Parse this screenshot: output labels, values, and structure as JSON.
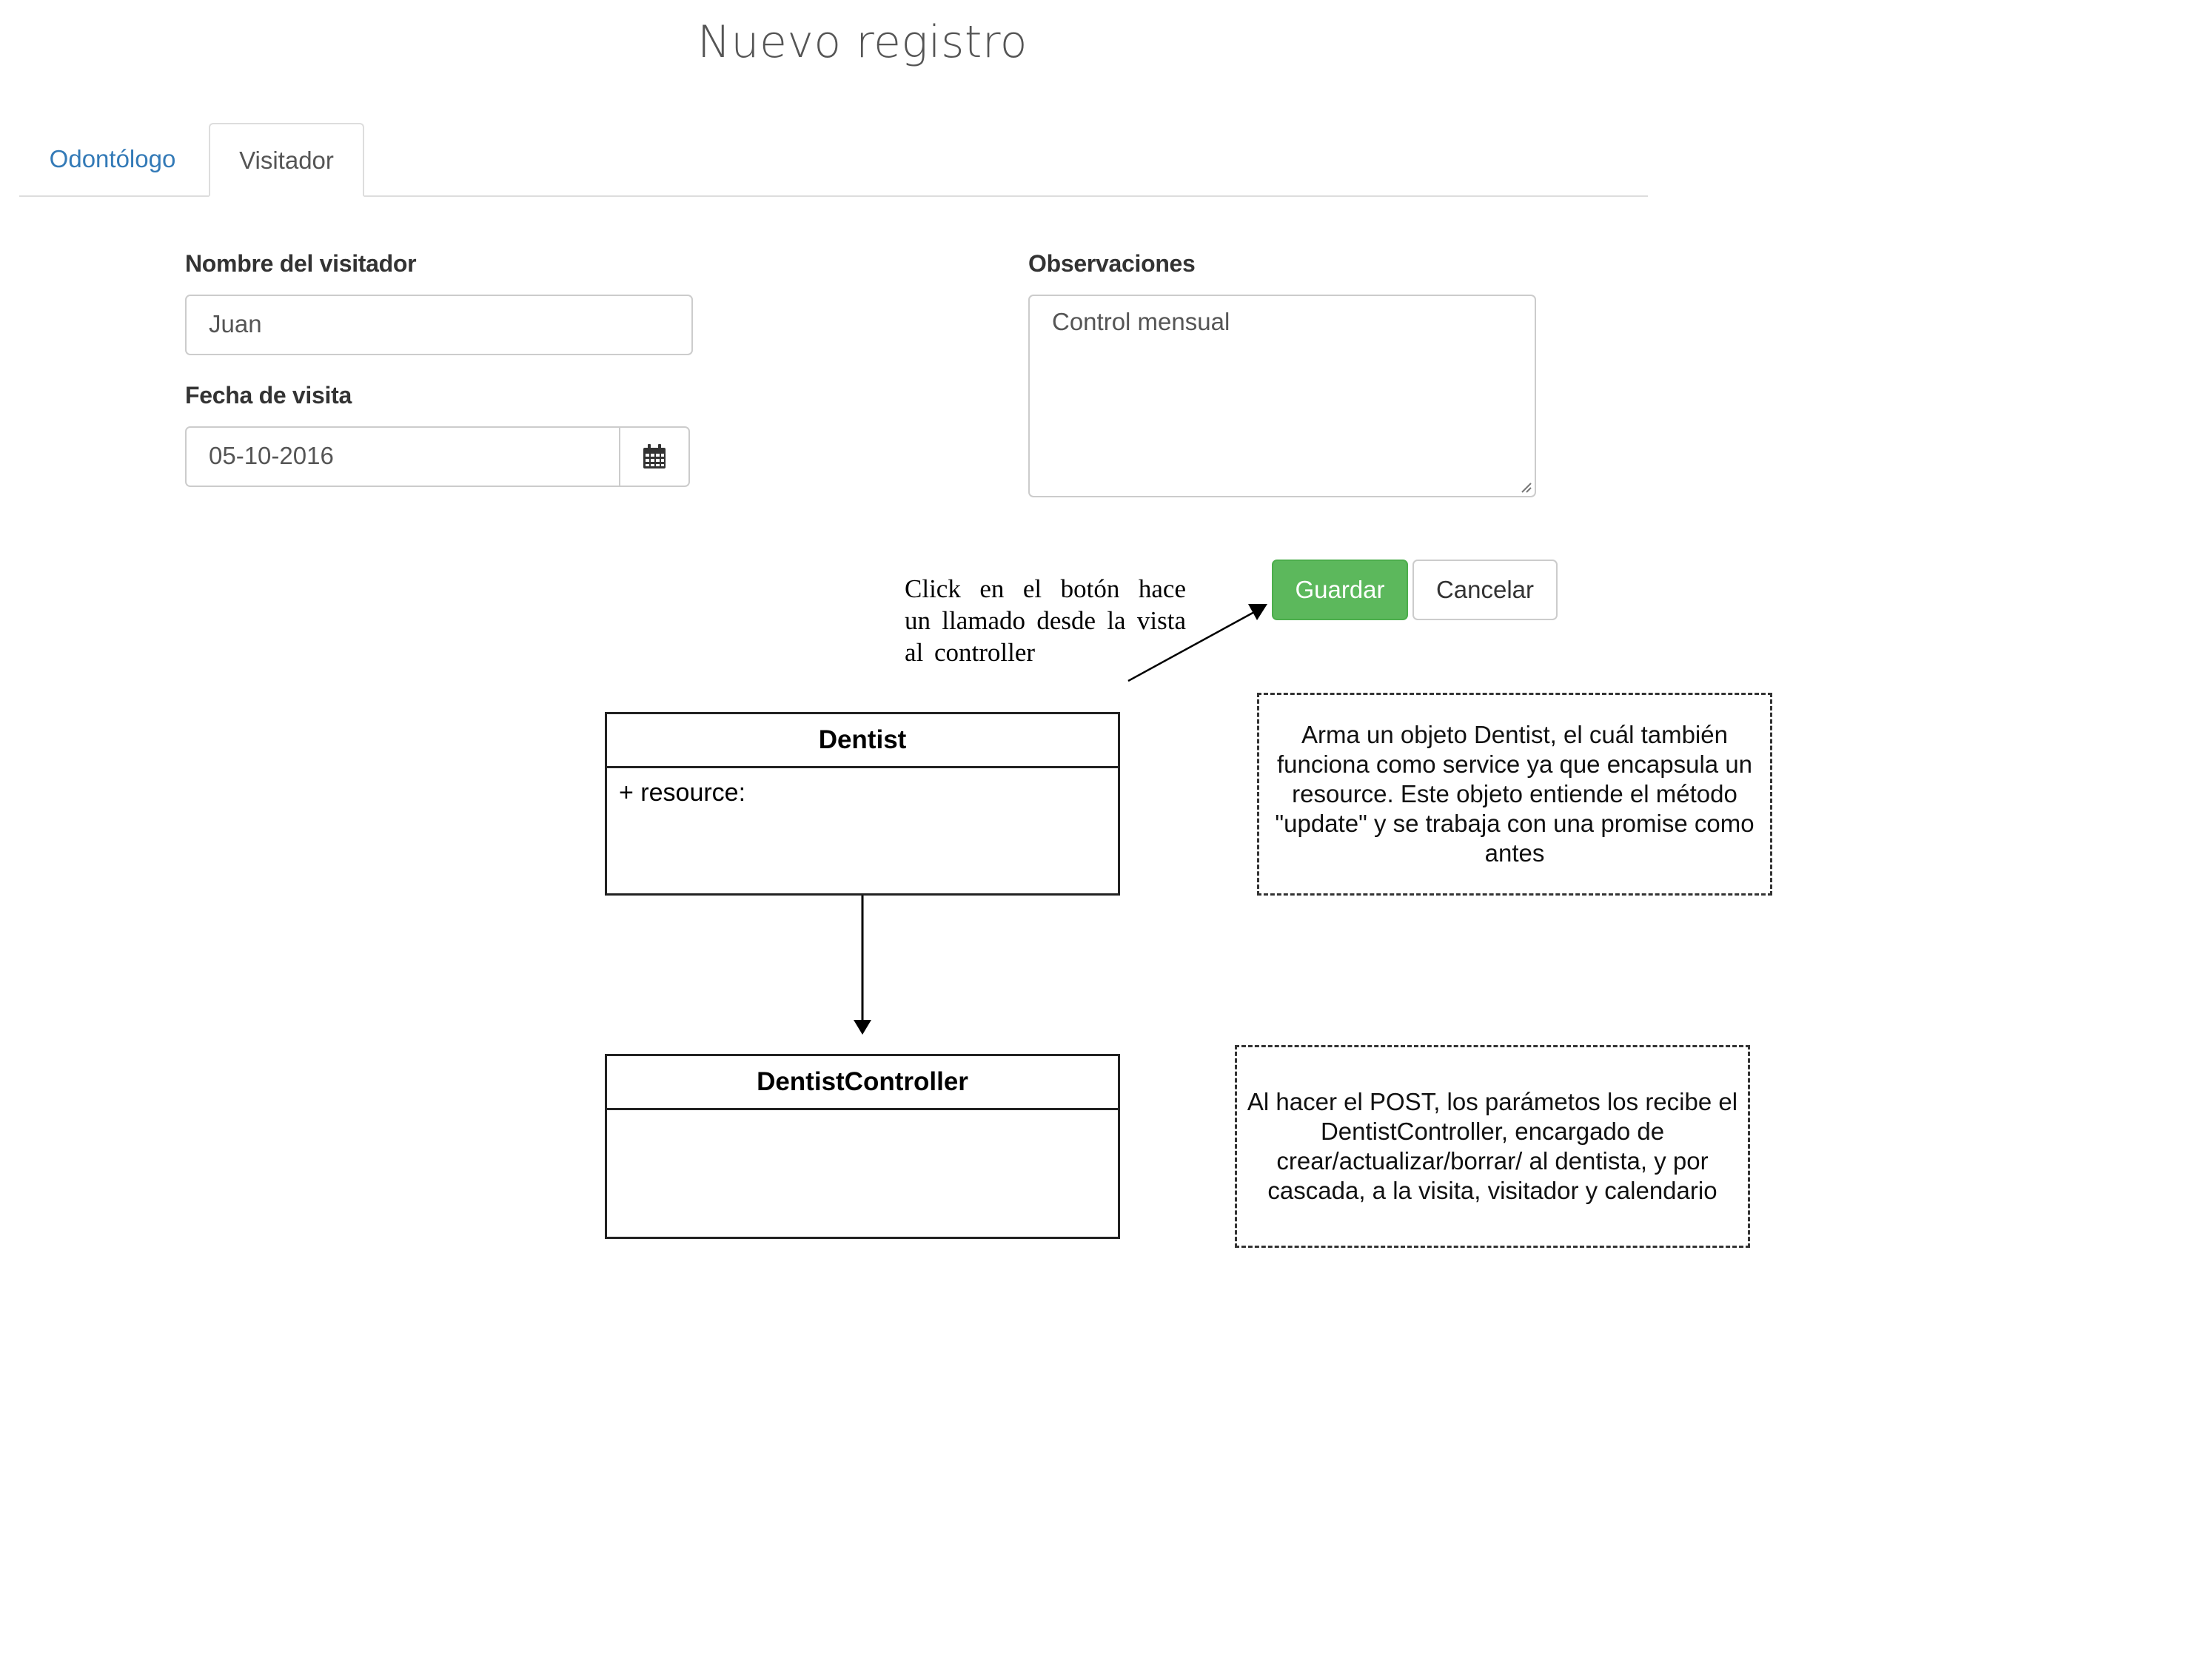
{
  "page": {
    "title": "Nuevo registro"
  },
  "tabs": [
    {
      "label": "Odontólogo",
      "active": false
    },
    {
      "label": "Visitador",
      "active": true
    }
  ],
  "form": {
    "visitor_name": {
      "label": "Nombre del visitador",
      "value": "Juan"
    },
    "visit_date": {
      "label": "Fecha de visita",
      "value": "05-10-2016",
      "icon": "calendar-icon"
    },
    "observations": {
      "label": "Observaciones",
      "value": "Control mensual"
    }
  },
  "actions": {
    "save_label": "Guardar",
    "cancel_label": "Cancelar"
  },
  "colors": {
    "save_button": "#5cb85c",
    "tab_link": "#337ab7"
  },
  "diagram": {
    "annotation": "Click en el botón hace un llamado desde la vista al controller",
    "dentist_class": {
      "name": "Dentist",
      "attribute": "+ resource:"
    },
    "controller_class": {
      "name": "DentistController"
    },
    "note_dentist": "Arma un objeto Dentist, el cuál también funciona como service ya que encapsula un resource. Este objeto entiende el método \"update\" y se trabaja con una promise como antes",
    "note_controller": "Al hacer el POST, los parámetos los recibe el DentistController, encargado de crear/actualizar/borrar/ al dentista, y por cascada, a la visita, visitador y calendario"
  }
}
